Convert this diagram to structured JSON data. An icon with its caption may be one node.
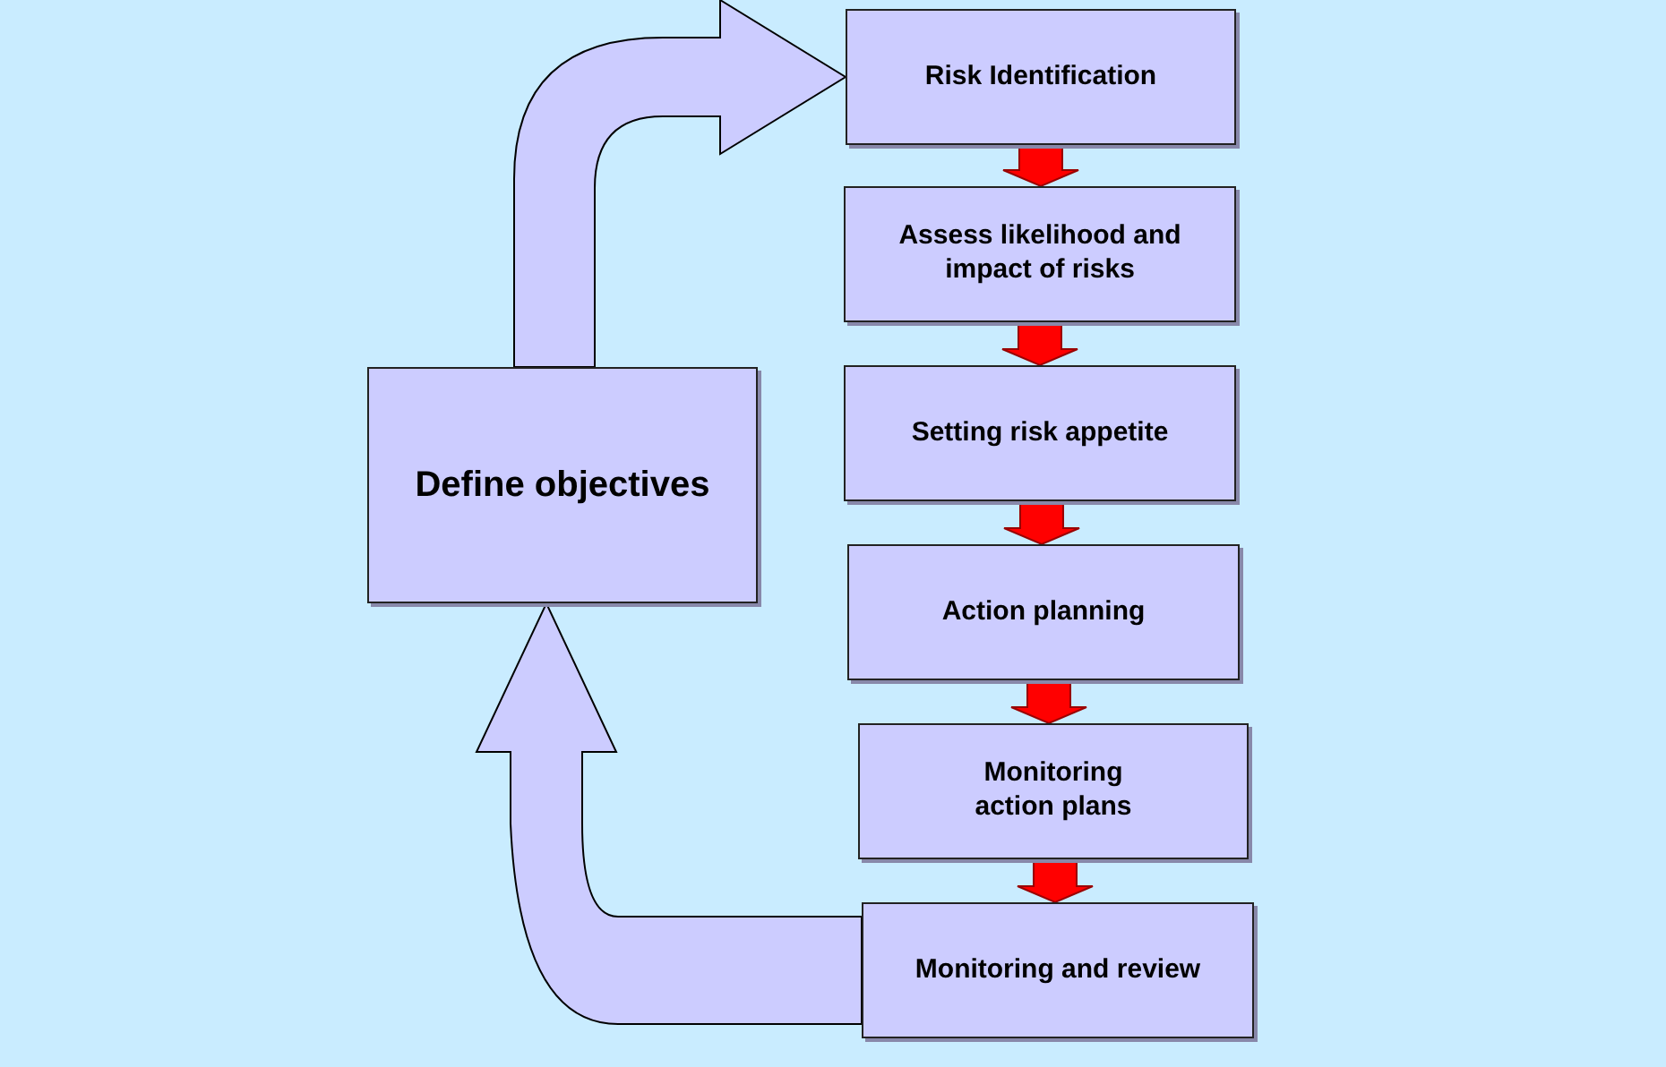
{
  "diagram": {
    "nodes": [
      {
        "text": [
          "Define objectives"
        ]
      },
      {
        "text": [
          "Risk Identification"
        ]
      },
      {
        "text": [
          "Assess likelihood and impact of risks"
        ]
      },
      {
        "text": [
          "Setting risk appetite"
        ]
      },
      {
        "text": [
          "Action planning"
        ]
      },
      {
        "text": [
          "Monitoring action plans"
        ]
      },
      {
        "text": [
          "Monitoring and review"
        ]
      }
    ],
    "edges": [
      {
        "from": 0,
        "to": 1,
        "arrow": "to",
        "color": "#ccccff"
      },
      {
        "from": 1,
        "to": 2,
        "arrow": "to"
      },
      {
        "from": 2,
        "to": 3,
        "arrow": "to"
      },
      {
        "from": 3,
        "to": 4,
        "arrow": "to"
      },
      {
        "from": 4,
        "to": 5,
        "arrow": "to"
      },
      {
        "from": 5,
        "to": 6,
        "arrow": "to"
      },
      {
        "from": 6,
        "to": 0,
        "arrow": "to",
        "color": "#ccccff"
      }
    ]
  }
}
